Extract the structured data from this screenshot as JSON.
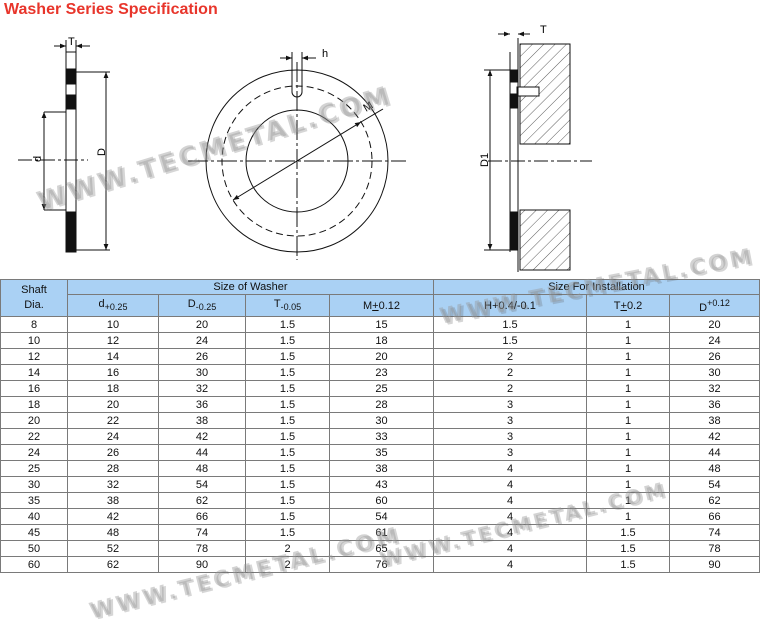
{
  "title": "Washer Series Specification",
  "watermark": "WWW.TECMETAL.COM",
  "colors": {
    "title": "#e8352b",
    "header_bg": "#aad1f4",
    "grid": "#7a7a7a"
  },
  "drawing_labels": {
    "thickness": "T",
    "inner_dia": "d",
    "outer_dia": "D",
    "slot": "h",
    "mid_dia": "M",
    "install_dia": "D1",
    "install_t": "T"
  },
  "table": {
    "group_shaft": "Shaft\nDia.",
    "group_washer": "Size of Washer",
    "group_install": "Size For Installation",
    "col_d": {
      "base": "d",
      "tol": "+0.25"
    },
    "col_D": {
      "base": "D",
      "tol": "-0.25"
    },
    "col_T": {
      "base": "T",
      "tol": "-0.05"
    },
    "col_M": {
      "base": "M",
      "pm": "+",
      "tol": "0.12"
    },
    "col_H": "H+0.4/-0.1",
    "col_Ti": {
      "base": "T",
      "pm": "+",
      "tol": "0.2"
    },
    "col_Di": {
      "base": "D",
      "tol": "+0.12"
    },
    "rows": [
      [
        "8",
        "10",
        "20",
        "1.5",
        "15",
        "1.5",
        "1",
        "20"
      ],
      [
        "10",
        "12",
        "24",
        "1.5",
        "18",
        "1.5",
        "1",
        "24"
      ],
      [
        "12",
        "14",
        "26",
        "1.5",
        "20",
        "2",
        "1",
        "26"
      ],
      [
        "14",
        "16",
        "30",
        "1.5",
        "23",
        "2",
        "1",
        "30"
      ],
      [
        "16",
        "18",
        "32",
        "1.5",
        "25",
        "2",
        "1",
        "32"
      ],
      [
        "18",
        "20",
        "36",
        "1.5",
        "28",
        "3",
        "1",
        "36"
      ],
      [
        "20",
        "22",
        "38",
        "1.5",
        "30",
        "3",
        "1",
        "38"
      ],
      [
        "22",
        "24",
        "42",
        "1.5",
        "33",
        "3",
        "1",
        "42"
      ],
      [
        "24",
        "26",
        "44",
        "1.5",
        "35",
        "3",
        "1",
        "44"
      ],
      [
        "25",
        "28",
        "48",
        "1.5",
        "38",
        "4",
        "1",
        "48"
      ],
      [
        "30",
        "32",
        "54",
        "1.5",
        "43",
        "4",
        "1",
        "54"
      ],
      [
        "35",
        "38",
        "62",
        "1.5",
        "60",
        "4",
        "1",
        "62"
      ],
      [
        "40",
        "42",
        "66",
        "1.5",
        "54",
        "4",
        "1",
        "66"
      ],
      [
        "45",
        "48",
        "74",
        "1.5",
        "61",
        "4",
        "1.5",
        "74"
      ],
      [
        "50",
        "52",
        "78",
        "2",
        "65",
        "4",
        "1.5",
        "78"
      ],
      [
        "60",
        "62",
        "90",
        "2",
        "76",
        "4",
        "1.5",
        "90"
      ]
    ]
  }
}
